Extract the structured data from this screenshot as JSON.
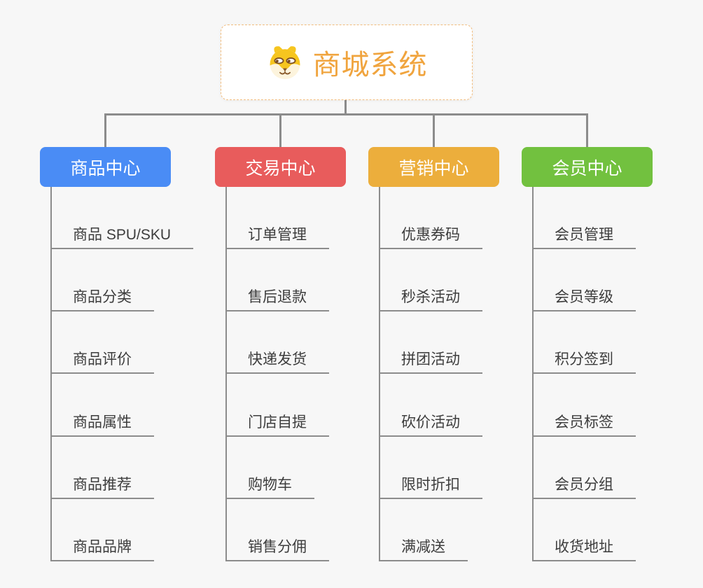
{
  "root": {
    "title": "商城系统",
    "icon": "shiba-dog-icon"
  },
  "branches": [
    {
      "label": "商品中心",
      "color": "#4a8cf5",
      "children": [
        "商品 SPU/SKU",
        "商品分类",
        "商品评价",
        "商品属性",
        "商品推荐",
        "商品品牌"
      ]
    },
    {
      "label": "交易中心",
      "color": "#e85c5c",
      "children": [
        "订单管理",
        "售后退款",
        "快递发货",
        "门店自提",
        "购物车",
        "销售分佣"
      ]
    },
    {
      "label": "营销中心",
      "color": "#ecae3c",
      "children": [
        "优惠券码",
        "秒杀活动",
        "拼团活动",
        "砍价活动",
        "限时折扣",
        "满减送"
      ]
    },
    {
      "label": "会员中心",
      "color": "#72c13f",
      "children": [
        "会员管理",
        "会员等级",
        "积分签到",
        "会员标签",
        "会员分组",
        "收货地址"
      ]
    }
  ],
  "colors": {
    "bg": "#f7f7f7",
    "line": "#8c8c8c",
    "rootText": "#f0a43e",
    "rootBorder": "#f2bd7e"
  }
}
